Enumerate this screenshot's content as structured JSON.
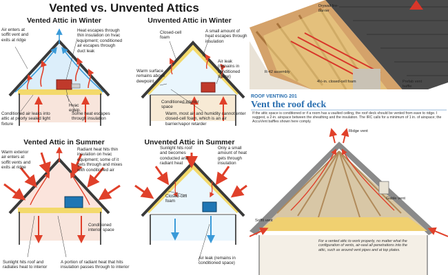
{
  "title": "Vented vs. Unvented Attics",
  "panels": [
    {
      "title": "Vented Attic in Winter"
    },
    {
      "title": "Unvented Attic in Winter"
    },
    {
      "title": "Vented Attic in Summer"
    },
    {
      "title": "Unvented Attic in Summer"
    }
  ],
  "labels": {
    "vw_air_enters": "Air enters at soffit vent and exits at ridge",
    "vw_heat_escapes": "Heat escapes through thin insulation on hvac equipment; conditioned air escapes through duct leak",
    "vw_hvac": "Hvac equip.",
    "vw_cond_leaks": "Conditioned air leaks into attic at poorly sealed light fixture",
    "vw_some_heat": "Some heat escapes through insulation",
    "uw_closed_cell": "Closed-cell foam",
    "uw_small_amount": "A small amount of heat escapes through insulation",
    "uw_warm_surface": "Warm surface remains above dewpoint",
    "uw_air_leak": "Air leak (remains in conditioned space)",
    "uw_conditioned": "Conditioned interior space",
    "uw_warm_moist": "Warm, most air and humidity cannot enter closed-cell foam, which is an air barrier/vapor retarder",
    "vs_warm_exterior": "Warm exterior air enters at soffit vents and exits at ridge",
    "vs_radiant": "Radiant heat hits thin insulation on hvac equipment; some of it gets through and mixes with conditioned air",
    "vs_conditioned": "Conditioned interior space",
    "vs_sunlight": "Sunlight hits roof and radiates heat to interior",
    "vs_portion": "A portion of radiant heat that hits insulation passes through to interior",
    "us_sunlight": "Sunlight hits roof and becomes conducted and radiant heat",
    "us_only_small": "Only a small amount of heat gets through insulation",
    "us_closed_cell": "Closed-cell foam",
    "us_air_leak": "Air leak (remains in conditioned space)"
  },
  "roof_photo": {
    "kicker": "ROOF VENTING 201",
    "heading": "Vent the roof deck",
    "body": "If the attic space is conditioned or if a room has a vaulted ceiling, the roof deck should be vented from eave to ridge. I suggest, a 2-in. airspace between the sheathing and the insulation. The IRC calls for a minimum of 1 in. of airspace; the AccuVent baffles shown here comply.",
    "callout_drywall": "Drywall fire-barrier",
    "callout_r42": "R-42 assembly",
    "callout_foam": "4½-in. closed-cell foam",
    "callout_baffle": "Prefab vent baffle"
  },
  "attic_photo": {
    "ridge_vent": "Ridge vent",
    "gable_vent": "Gable vent",
    "soffit_vent": "Soffit vent",
    "caption": "For a vented attic to work properly, no matter what the configuration of vents, air-seal all penetrations into the attic, such as around vent pipes and at top plates."
  },
  "colors": {
    "roof": "#3a3a3a",
    "insulation": "#f3d96b",
    "warm_air": "#e0402a",
    "cool_air": "#3a9ad8",
    "attic_fill_cold": "#dceefa",
    "interior_fill": "#f8e5dc"
  }
}
